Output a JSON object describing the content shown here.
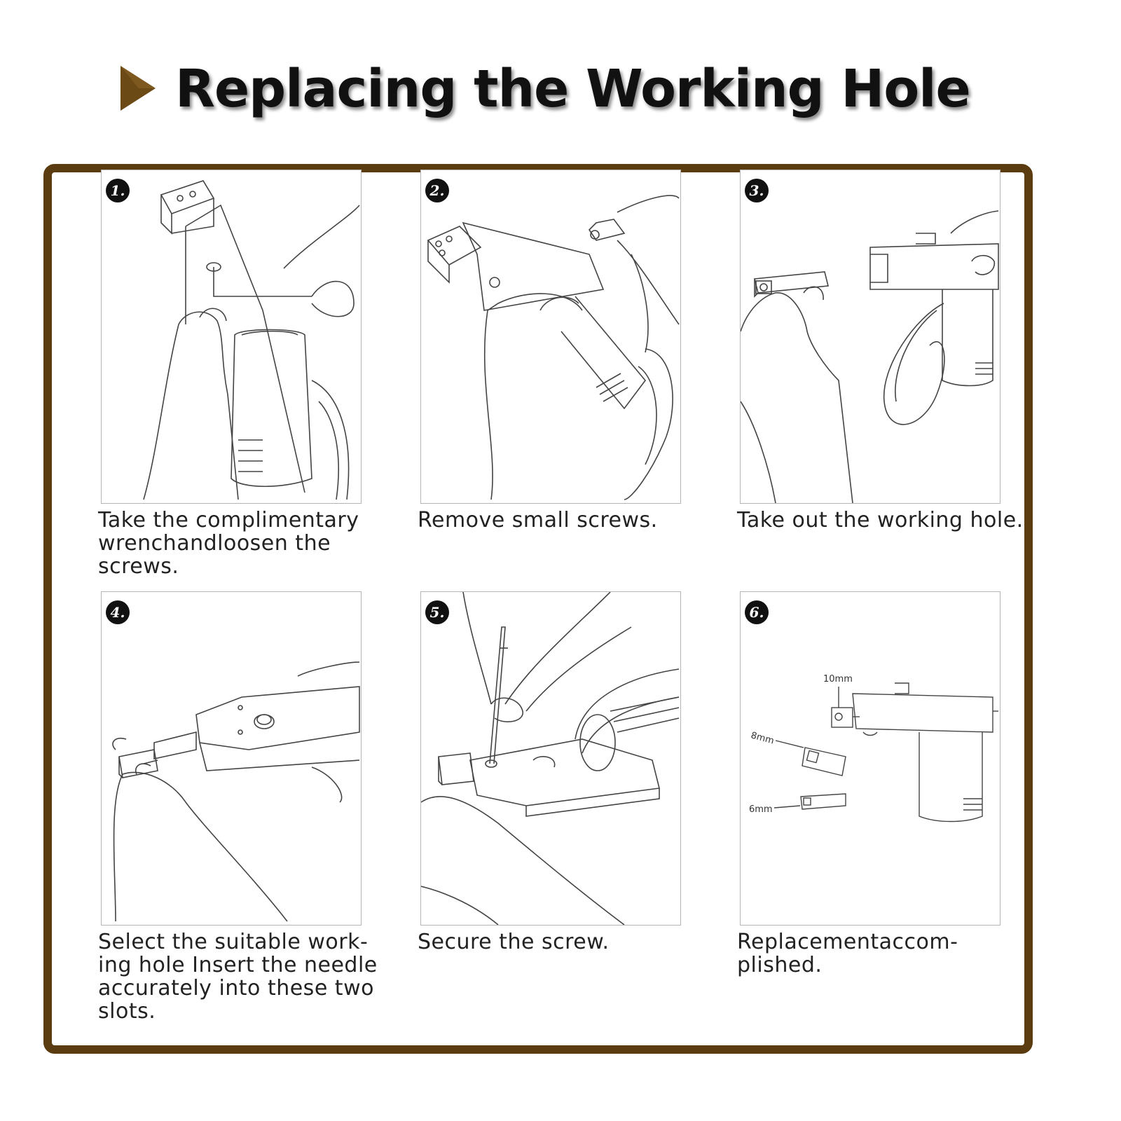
{
  "header": {
    "title": "Replacing the Working Hole",
    "arrow_color": "#5a3c10"
  },
  "frame": {
    "border_color": "#5a3c10"
  },
  "steps": [
    {
      "number": "1.",
      "icon": "wrench-loosen-illustration",
      "caption": "Take the complimentary wrenchandloosen the screws."
    },
    {
      "number": "2.",
      "icon": "remove-screws-illustration",
      "caption": "Remove small screws."
    },
    {
      "number": "3.",
      "icon": "take-out-hole-illustration",
      "caption": "Take out the working hole."
    },
    {
      "number": "4.",
      "icon": "insert-needle-illustration",
      "caption": "Select the suitable work-ing hole Insert the needle accurately into these two slots."
    },
    {
      "number": "5.",
      "icon": "secure-screw-illustration",
      "caption": "Secure the screw."
    },
    {
      "number": "6.",
      "icon": "replacement-done-illustration",
      "caption": "Replacementaccom-plished."
    }
  ],
  "sizes": {
    "label_10mm": "10mm",
    "label_8mm": "8mm",
    "label_6mm": "6mm"
  }
}
